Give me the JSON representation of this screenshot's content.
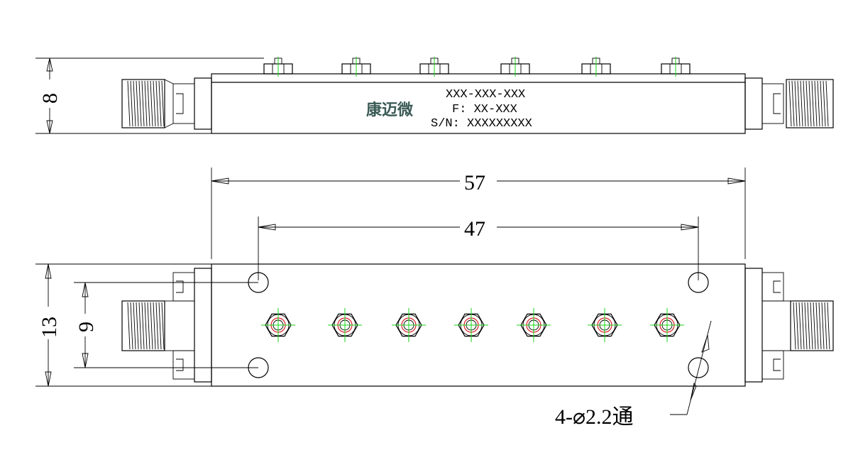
{
  "labels": {
    "brand": "康迈微",
    "model": "XXX-XXX-XXX",
    "frequency": "F: XX-XXX",
    "serial": "S/N: XXXXXXXXX"
  },
  "dimensions": {
    "side_height": "8",
    "overall_length": "57",
    "hole_spacing": "47",
    "overall_width": "13",
    "hole_vertical_spacing": "9",
    "hole_callout": "4-⌀2.2通"
  },
  "colors": {
    "line": "#000000",
    "brand": "#3a5a55",
    "centerline": "#19d419",
    "tuning_core": "#e02020"
  }
}
